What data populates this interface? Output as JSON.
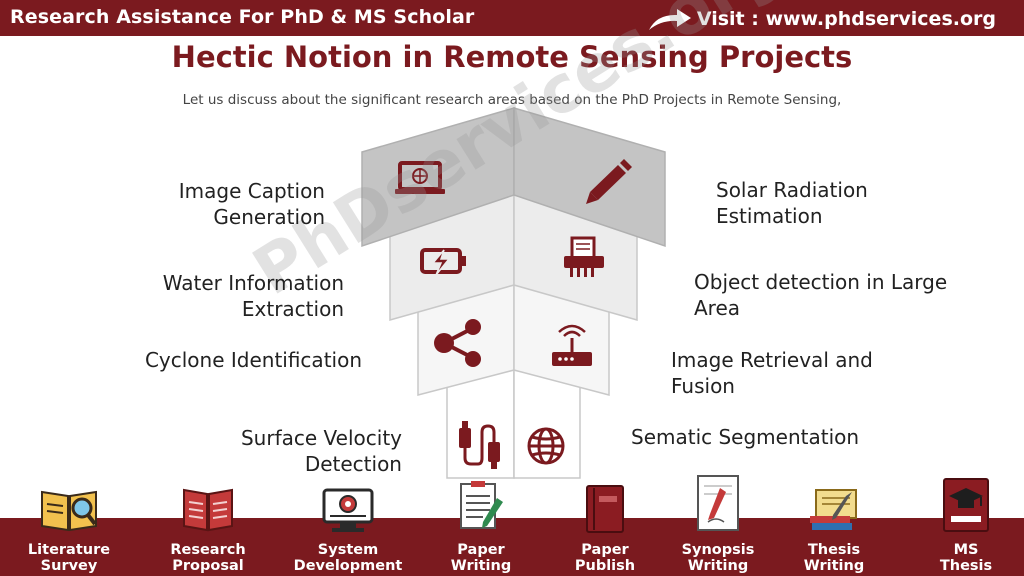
{
  "header": {
    "brand": "Research Assistance For PhD & MS Scholar",
    "visit": "Visit : www.phdservices.org"
  },
  "title": "Hectic Notion in Remote Sensing Projects",
  "subtitle": "Let us discuss about the significant research areas based on the PhD Projects in Remote Sensing,",
  "watermark": "PhDservices.org",
  "areas": {
    "left": [
      {
        "line1": "Image Caption",
        "line2": "Generation",
        "icon": "laptop-globe-icon"
      },
      {
        "line1": "Water Information",
        "line2": "Extraction",
        "icon": "battery-charging-icon"
      },
      {
        "line1": "Cyclone Identification",
        "line2": "",
        "icon": "share-network-icon"
      },
      {
        "line1": "Surface Velocity",
        "line2": "Detection",
        "icon": "usb-cable-icon"
      }
    ],
    "right": [
      {
        "line1": "Solar Radiation",
        "line2": "Estimation",
        "icon": "pencil-icon"
      },
      {
        "line1": "Object detection in Large",
        "line2": "Area",
        "icon": "paper-shredder-icon"
      },
      {
        "line1": "Image Retrieval and",
        "line2": "Fusion",
        "icon": "wifi-router-icon"
      },
      {
        "line1": "Sematic Segmentation",
        "line2": "",
        "icon": "globe-icon"
      }
    ]
  },
  "services": [
    {
      "line1": "Literature",
      "line2": "Survey",
      "icon": "literature-survey-icon"
    },
    {
      "line1": "Research",
      "line2": "Proposal",
      "icon": "research-proposal-icon"
    },
    {
      "line1": "System",
      "line2": "Development",
      "icon": "system-development-icon"
    },
    {
      "line1": "Paper",
      "line2": "Writing",
      "icon": "paper-writing-icon"
    },
    {
      "line1": "Paper",
      "line2": "Publish",
      "icon": "paper-publish-icon"
    },
    {
      "line1": "Synopsis",
      "line2": "Writing",
      "icon": "synopsis-writing-icon"
    },
    {
      "line1": "Thesis",
      "line2": "Writing",
      "icon": "thesis-writing-icon"
    },
    {
      "line1": "MS",
      "line2": "Thesis",
      "icon": "ms-thesis-icon"
    }
  ],
  "colors": {
    "brand": "#7b1a1f",
    "panel_dark": "#c4c4c4",
    "panel_light": "#f2f2f2"
  }
}
